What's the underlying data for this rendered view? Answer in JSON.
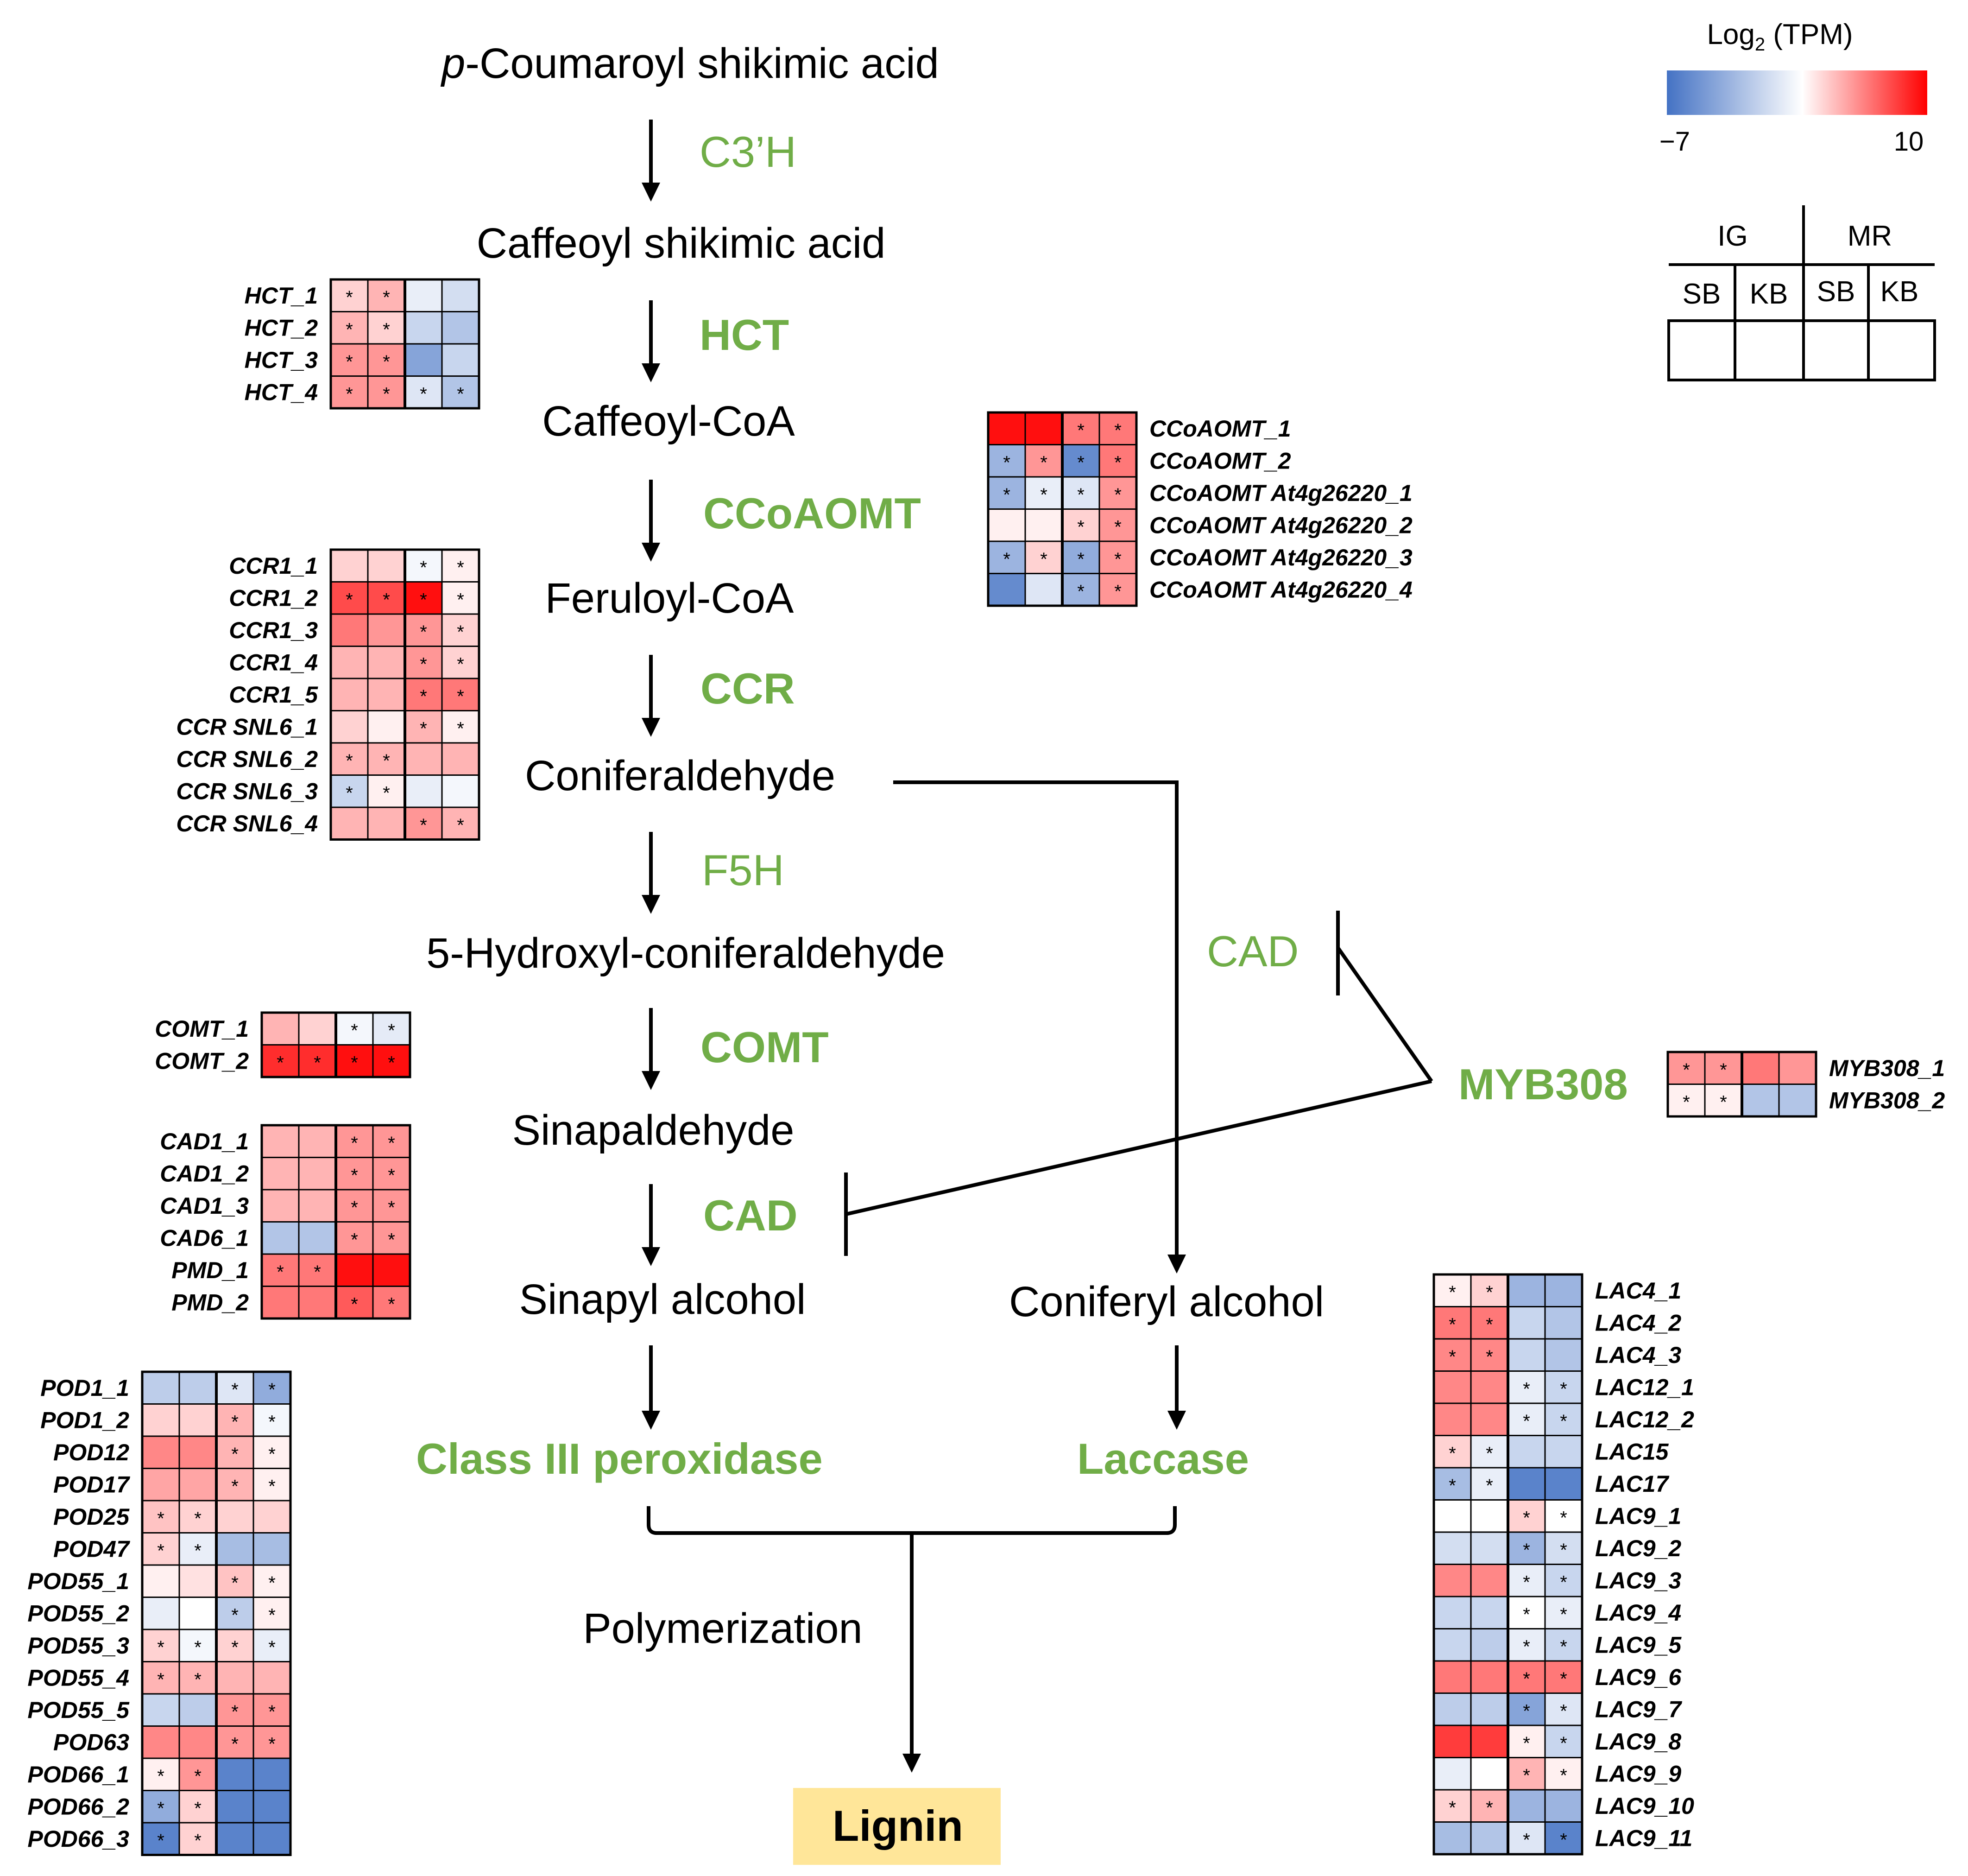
{
  "colors": {
    "low": "#4472c4",
    "mid": "#ffffff",
    "high": "#ff0000",
    "enzyme": "#70ad47",
    "lignin_box": "#ffe699",
    "text": "#000000"
  },
  "legend": {
    "title_prefix": "Log",
    "title_sub": "2",
    "title_suffix": " (TPM)",
    "min_label": "−7",
    "max_label": "10",
    "min_value": -7,
    "max_value": 10,
    "group_labels": [
      "IG",
      "MR"
    ],
    "column_labels": [
      "SB",
      "KB",
      "SB",
      "KB"
    ]
  },
  "metabolites": {
    "p_coumaroyl_prefix": "p",
    "p_coumaroyl_rest": "-Coumaroyl shikimic acid",
    "caffeoyl_shikimic": "Caffeoyl shikimic acid",
    "caffeoyl_coa": "Caffeoyl-CoA",
    "feruloyl_coa": "Feruloyl-CoA",
    "coniferaldehyde": "Coniferaldehyde",
    "hydroxyl_coniferaldehyde": "5-Hydroxyl-coniferaldehyde",
    "sinapaldehyde": "Sinapaldehyde",
    "sinapyl_alcohol": "Sinapyl alcohol",
    "coniferyl_alcohol": "Coniferyl alcohol",
    "polymerization": "Polymerization",
    "lignin": "Lignin"
  },
  "enzymes": {
    "c3h": "C3’H",
    "hct": "HCT",
    "ccoaomt": "CCoAOMT",
    "ccr": "CCR",
    "f5h": "F5H",
    "comt": "COMT",
    "cad_main": "CAD",
    "cad_side": "CAD",
    "myb308": "MYB308",
    "peroxidase": "Class III peroxidase",
    "laccase": "Laccase"
  },
  "heatmaps": {
    "hct": {
      "rows": [
        {
          "gene": "HCT_1",
          "values": [
            3,
            4,
            0.5,
            -0.5
          ],
          "sig": [
            1,
            1,
            0,
            0
          ]
        },
        {
          "gene": "HCT_2",
          "values": [
            4,
            3,
            -1,
            -2
          ],
          "sig": [
            1,
            1,
            0,
            0
          ]
        },
        {
          "gene": "HCT_3",
          "values": [
            5,
            5,
            -4,
            -1
          ],
          "sig": [
            1,
            1,
            0,
            0
          ]
        },
        {
          "gene": "HCT_4",
          "values": [
            5,
            5,
            0,
            -2
          ],
          "sig": [
            1,
            1,
            1,
            1
          ]
        }
      ]
    },
    "ccoaomt": {
      "rows": [
        {
          "gene": "CCoAOMT_1",
          "values": [
            9.5,
            9.5,
            6,
            6
          ],
          "sig": [
            0,
            0,
            1,
            1
          ]
        },
        {
          "gene": "CCoAOMT_2",
          "values": [
            -3,
            5,
            -5.5,
            6
          ],
          "sig": [
            1,
            1,
            1,
            1
          ]
        },
        {
          "gene": "CCoAOMT At4g26220_1",
          "values": [
            -3,
            0.5,
            0,
            5
          ],
          "sig": [
            1,
            1,
            1,
            1
          ]
        },
        {
          "gene": "CCoAOMT At4g26220_2",
          "values": [
            2,
            2,
            3,
            5
          ],
          "sig": [
            0,
            0,
            1,
            1
          ]
        },
        {
          "gene": "CCoAOMT At4g26220_3",
          "values": [
            -3,
            3,
            -3.5,
            5
          ],
          "sig": [
            1,
            1,
            1,
            1
          ]
        },
        {
          "gene": "CCoAOMT At4g26220_4",
          "values": [
            -5.5,
            0,
            -3,
            5
          ],
          "sig": [
            0,
            0,
            1,
            1
          ]
        }
      ]
    },
    "ccr": {
      "rows": [
        {
          "gene": "CCR1_1",
          "values": [
            3,
            3,
            1,
            2
          ],
          "sig": [
            0,
            0,
            1,
            1
          ]
        },
        {
          "gene": "CCR1_2",
          "values": [
            7.5,
            7.5,
            9.5,
            2
          ],
          "sig": [
            1,
            1,
            1,
            1
          ]
        },
        {
          "gene": "CCR1_3",
          "values": [
            6,
            5,
            5,
            3
          ],
          "sig": [
            0,
            0,
            1,
            1
          ]
        },
        {
          "gene": "CCR1_4",
          "values": [
            4,
            4,
            5,
            3
          ],
          "sig": [
            0,
            0,
            1,
            1
          ]
        },
        {
          "gene": "CCR1_5",
          "values": [
            4,
            4,
            6,
            6
          ],
          "sig": [
            0,
            0,
            1,
            1
          ]
        },
        {
          "gene": "CCR SNL6_1",
          "values": [
            3,
            2,
            4,
            2
          ],
          "sig": [
            0,
            0,
            1,
            1
          ]
        },
        {
          "gene": "CCR SNL6_2",
          "values": [
            4,
            4,
            4,
            4
          ],
          "sig": [
            1,
            1,
            0,
            0
          ]
        },
        {
          "gene": "CCR SNL6_3",
          "values": [
            -1,
            2,
            0.5,
            1
          ],
          "sig": [
            1,
            1,
            0,
            0
          ]
        },
        {
          "gene": "CCR SNL6_4",
          "values": [
            4,
            4,
            5,
            4
          ],
          "sig": [
            0,
            0,
            1,
            1
          ]
        }
      ]
    },
    "comt": {
      "rows": [
        {
          "gene": "COMT_1",
          "values": [
            4,
            3,
            1,
            0.3
          ],
          "sig": [
            0,
            0,
            1,
            1
          ]
        },
        {
          "gene": "COMT_2",
          "values": [
            8.5,
            8.5,
            9.5,
            9.5
          ],
          "sig": [
            1,
            1,
            1,
            1
          ]
        }
      ]
    },
    "cad": {
      "rows": [
        {
          "gene": "CAD1_1",
          "values": [
            4,
            4,
            5,
            5
          ],
          "sig": [
            0,
            0,
            1,
            1
          ]
        },
        {
          "gene": "CAD1_2",
          "values": [
            4,
            4,
            5,
            5
          ],
          "sig": [
            0,
            0,
            1,
            1
          ]
        },
        {
          "gene": "CAD1_3",
          "values": [
            4,
            4,
            5,
            5
          ],
          "sig": [
            0,
            0,
            1,
            1
          ]
        },
        {
          "gene": "CAD6_1",
          "values": [
            -2,
            -2,
            5,
            5
          ],
          "sig": [
            0,
            0,
            1,
            1
          ]
        },
        {
          "gene": "PMD_1",
          "values": [
            6,
            6,
            9.5,
            9.5
          ],
          "sig": [
            1,
            1,
            0,
            0
          ]
        },
        {
          "gene": "PMD_2",
          "values": [
            6,
            6,
            7,
            6
          ],
          "sig": [
            0,
            0,
            1,
            1
          ]
        }
      ]
    },
    "myb308": {
      "rows": [
        {
          "gene": "MYB308_1",
          "values": [
            5,
            5,
            6,
            5
          ],
          "sig": [
            1,
            1,
            0,
            0
          ]
        },
        {
          "gene": "MYB308_2",
          "values": [
            2,
            2,
            -2,
            -2
          ],
          "sig": [
            1,
            1,
            0,
            0
          ]
        }
      ]
    },
    "pod": {
      "rows": [
        {
          "gene": "POD1_1",
          "values": [
            -1.5,
            -1.5,
            0,
            -3.5
          ],
          "sig": [
            0,
            0,
            1,
            1
          ]
        },
        {
          "gene": "POD1_2",
          "values": [
            3,
            3,
            4,
            1
          ],
          "sig": [
            0,
            0,
            1,
            1
          ]
        },
        {
          "gene": "POD12",
          "values": [
            5.5,
            5.5,
            4,
            2
          ],
          "sig": [
            0,
            0,
            1,
            1
          ]
        },
        {
          "gene": "POD17",
          "values": [
            4.5,
            4.5,
            4,
            2
          ],
          "sig": [
            0,
            0,
            1,
            1
          ]
        },
        {
          "gene": "POD25",
          "values": [
            3.5,
            3,
            3,
            3
          ],
          "sig": [
            1,
            1,
            0,
            0
          ]
        },
        {
          "gene": "POD47",
          "values": [
            3,
            0.5,
            -2.5,
            -2.5
          ],
          "sig": [
            1,
            1,
            0,
            0
          ]
        },
        {
          "gene": "POD55_1",
          "values": [
            2,
            2.5,
            3.5,
            2
          ],
          "sig": [
            0,
            0,
            1,
            1
          ]
        },
        {
          "gene": "POD55_2",
          "values": [
            0.5,
            1.5,
            -1.5,
            2
          ],
          "sig": [
            0,
            0,
            1,
            1
          ]
        },
        {
          "gene": "POD55_3",
          "values": [
            3,
            1,
            3,
            0.5
          ],
          "sig": [
            1,
            1,
            1,
            1
          ]
        },
        {
          "gene": "POD55_4",
          "values": [
            4,
            4,
            4,
            4
          ],
          "sig": [
            1,
            1,
            0,
            0
          ]
        },
        {
          "gene": "POD55_5",
          "values": [
            -1,
            -1.5,
            5,
            5
          ],
          "sig": [
            0,
            0,
            1,
            1
          ]
        },
        {
          "gene": "POD63",
          "values": [
            5.5,
            5.5,
            5,
            5
          ],
          "sig": [
            0,
            0,
            1,
            1
          ]
        },
        {
          "gene": "POD66_1",
          "values": [
            2,
            5,
            -6,
            -6
          ],
          "sig": [
            1,
            1,
            0,
            0
          ]
        },
        {
          "gene": "POD66_2",
          "values": [
            -3.5,
            3,
            -6,
            -6
          ],
          "sig": [
            1,
            1,
            0,
            0
          ]
        },
        {
          "gene": "POD66_3",
          "values": [
            -6,
            3,
            -6,
            -6
          ],
          "sig": [
            1,
            1,
            0,
            0
          ]
        }
      ]
    },
    "lac": {
      "rows": [
        {
          "gene": "LAC4_1",
          "values": [
            2,
            3,
            -3,
            -3
          ],
          "sig": [
            1,
            1,
            0,
            0
          ]
        },
        {
          "gene": "LAC4_2",
          "values": [
            6,
            6,
            -1,
            -2
          ],
          "sig": [
            1,
            1,
            0,
            0
          ]
        },
        {
          "gene": "LAC4_3",
          "values": [
            5.5,
            5.5,
            -1,
            -2
          ],
          "sig": [
            1,
            1,
            0,
            0
          ]
        },
        {
          "gene": "LAC12_1",
          "values": [
            5.5,
            5.5,
            0.5,
            -1
          ],
          "sig": [
            0,
            0,
            1,
            1
          ]
        },
        {
          "gene": "LAC12_2",
          "values": [
            5.5,
            5.5,
            0.5,
            -1
          ],
          "sig": [
            0,
            0,
            1,
            1
          ]
        },
        {
          "gene": "LAC15",
          "values": [
            3,
            0.5,
            -1,
            -1
          ],
          "sig": [
            1,
            1,
            0,
            0
          ]
        },
        {
          "gene": "LAC17",
          "values": [
            -2.5,
            0.5,
            -6,
            -6
          ],
          "sig": [
            1,
            1,
            0,
            0
          ]
        },
        {
          "gene": "LAC9_1",
          "values": [
            1.5,
            1.5,
            3,
            1.5
          ],
          "sig": [
            0,
            0,
            1,
            1
          ]
        },
        {
          "gene": "LAC9_2",
          "values": [
            -0.5,
            -0.5,
            -3,
            -0.5
          ],
          "sig": [
            0,
            0,
            1,
            1
          ]
        },
        {
          "gene": "LAC9_3",
          "values": [
            5.5,
            5.5,
            0.5,
            -1
          ],
          "sig": [
            0,
            0,
            1,
            1
          ]
        },
        {
          "gene": "LAC9_4",
          "values": [
            -1,
            -1,
            1.5,
            0.5
          ],
          "sig": [
            0,
            0,
            1,
            1
          ]
        },
        {
          "gene": "LAC9_5",
          "values": [
            -1,
            -1.5,
            0.5,
            -1
          ],
          "sig": [
            0,
            0,
            1,
            1
          ]
        },
        {
          "gene": "LAC9_6",
          "values": [
            6,
            6,
            6,
            6
          ],
          "sig": [
            0,
            0,
            1,
            1
          ]
        },
        {
          "gene": "LAC9_7",
          "values": [
            -1.5,
            -1.5,
            -4,
            0
          ],
          "sig": [
            0,
            0,
            1,
            1
          ]
        },
        {
          "gene": "LAC9_8",
          "values": [
            8,
            8,
            2,
            -1
          ],
          "sig": [
            0,
            0,
            1,
            1
          ]
        },
        {
          "gene": "LAC9_9",
          "values": [
            0.5,
            1.5,
            4,
            2
          ],
          "sig": [
            0,
            0,
            1,
            1
          ]
        },
        {
          "gene": "LAC9_10",
          "values": [
            3,
            4,
            -3,
            -3
          ],
          "sig": [
            1,
            1,
            0,
            0
          ]
        },
        {
          "gene": "LAC9_11",
          "values": [
            -2.5,
            -2,
            0,
            -6
          ],
          "sig": [
            0,
            0,
            1,
            1
          ]
        }
      ]
    }
  }
}
